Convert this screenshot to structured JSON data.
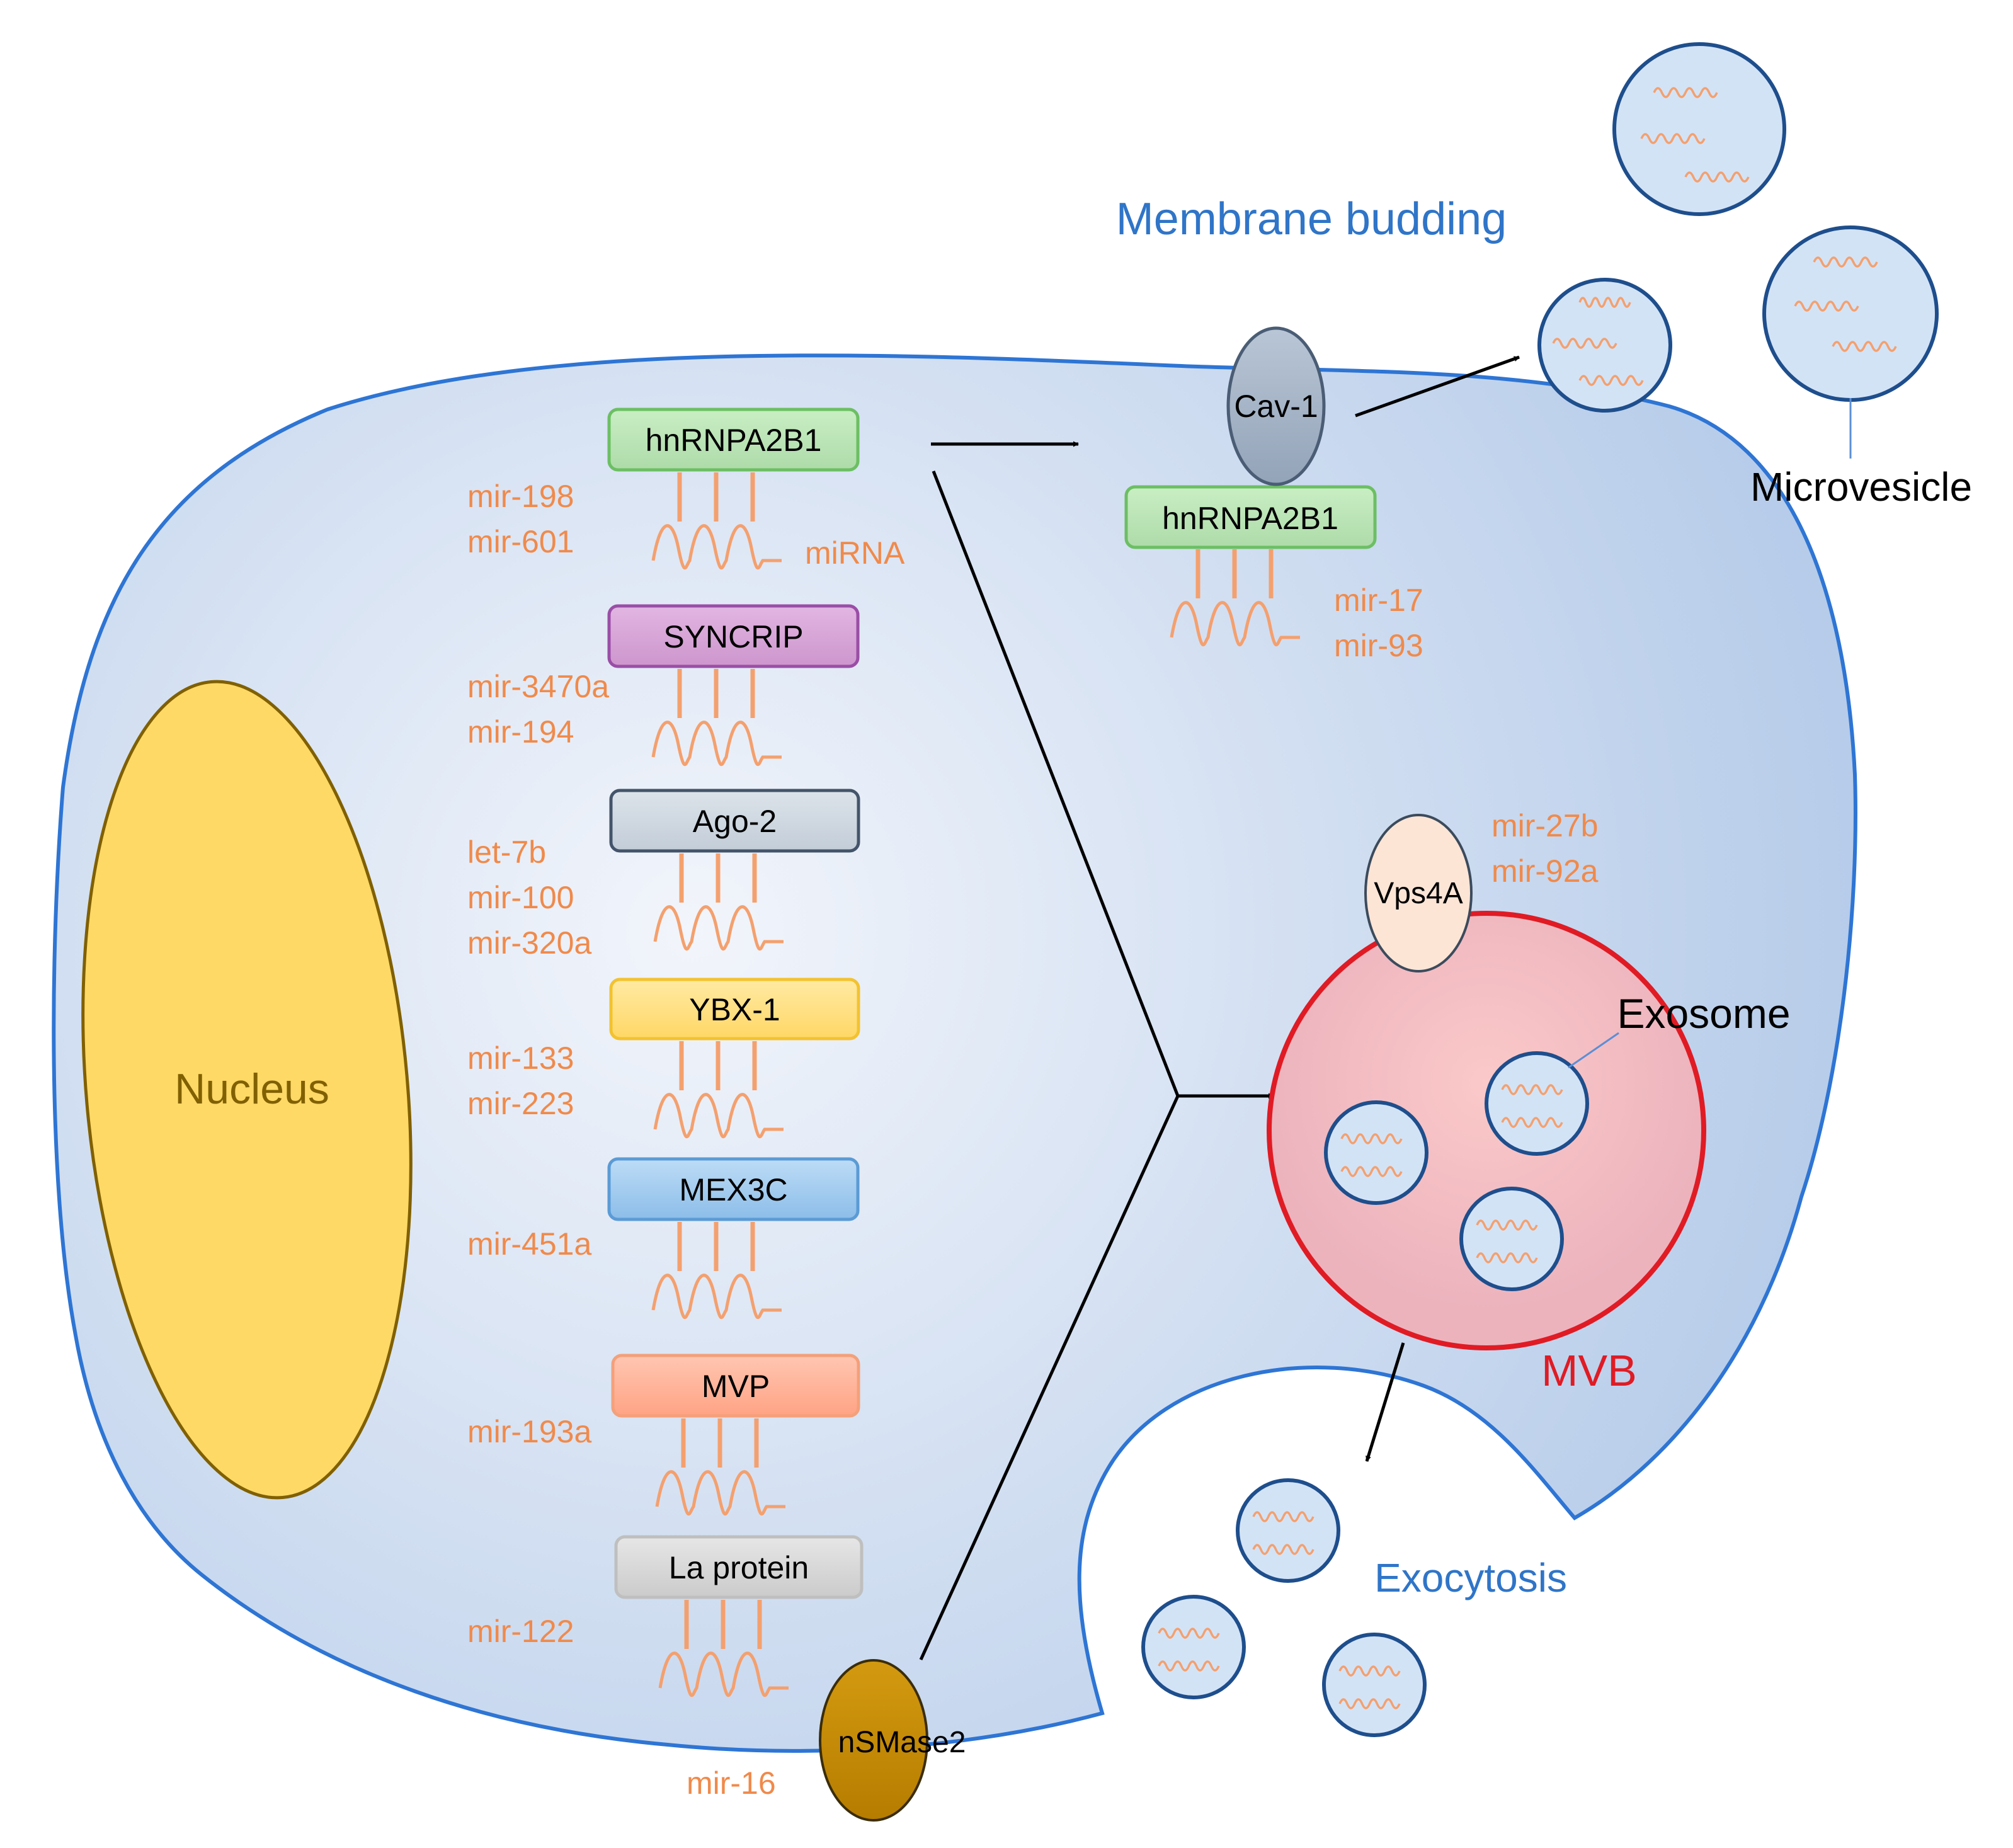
{
  "labels": {
    "membrane_budding": "Membrane budding",
    "microvesicle": "Microvesicle",
    "nucleus": "Nucleus",
    "exosome": "Exosome",
    "mvb": "MVB",
    "exocytosis": "Exocytosis",
    "mirna": "miRNA",
    "cav1": "Cav-1",
    "vps4a": "Vps4A",
    "nsmase2": "nSMase2",
    "hnrnpa2b1_membrane": "hnRNPA2B1"
  },
  "proteins": [
    {
      "label": "hnRNPA2B1",
      "mirs": [
        "mir-198",
        "mir-601"
      ]
    },
    {
      "label": "SYNCRIP",
      "mirs": [
        "mir-3470a",
        "mir-194"
      ]
    },
    {
      "label": "Ago-2",
      "mirs": [
        "let-7b",
        "mir-100",
        "mir-320a"
      ]
    },
    {
      "label": "YBX-1",
      "mirs": [
        "mir-133",
        "mir-223"
      ]
    },
    {
      "label": "MEX3C",
      "mirs": [
        "mir-451a"
      ]
    },
    {
      "label": "MVP",
      "mirs": [
        "mir-193a"
      ]
    },
    {
      "label": "La protein",
      "mirs": [
        "mir-122"
      ]
    }
  ],
  "cav1_mirs": [
    "mir-17",
    "mir-93"
  ],
  "vps4a_mirs": [
    "mir-27b",
    "mir-92a"
  ],
  "nsmase2_mirs": [
    "mir-16"
  ],
  "colors": {
    "cell_border": "#2e75d4",
    "cell_fill_center": "#f2f5fb",
    "cell_fill_edge": "#b5cbe9",
    "mirna": "#f4a06e",
    "mirna_text": "#f08a4b",
    "vesicle_fill": "#d3e3f6",
    "vesicle_border": "#1e4e8c",
    "mvb_border": "#e01b24",
    "mvb_text": "#e01b24",
    "blue_text": "#2f75c8",
    "nucleus_fill": "#ffd966",
    "nucleus_border": "#806000",
    "nucleus_text": "#806000",
    "nsmase2_fill": "#c98a00",
    "cav1_fill": "#a6b4c7",
    "vps4a_fill": "#fde5d6",
    "hnrnpa2b1": "#b9e4b4",
    "syncrip": "#d7a5d7",
    "ago2": "#cfd8e2",
    "ybx1": "#ffe28a",
    "mex3c": "#a9cff1",
    "mvp": "#ffb49a",
    "la_protein": "#d9d9d9"
  }
}
